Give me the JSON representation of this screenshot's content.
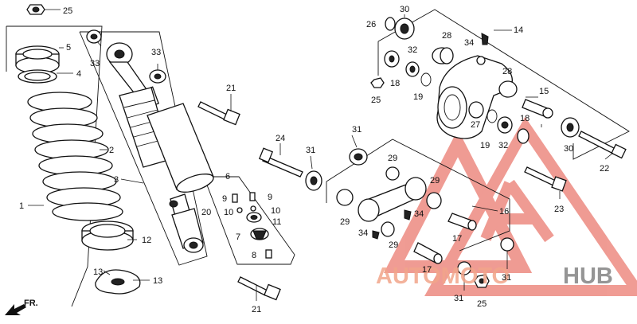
{
  "diagram": {
    "callouts": [
      {
        "id": "c25a",
        "text": "25"
      },
      {
        "id": "c5",
        "text": "5"
      },
      {
        "id": "c4",
        "text": "4"
      },
      {
        "id": "c33a",
        "text": "33"
      },
      {
        "id": "c33b",
        "text": "33"
      },
      {
        "id": "c2",
        "text": "2"
      },
      {
        "id": "c1",
        "text": "1"
      },
      {
        "id": "c3",
        "text": "3"
      },
      {
        "id": "c12",
        "text": "12"
      },
      {
        "id": "c13a",
        "text": "13"
      },
      {
        "id": "c13b",
        "text": "13"
      },
      {
        "id": "c21a",
        "text": "21"
      },
      {
        "id": "c21b",
        "text": "21"
      },
      {
        "id": "c6",
        "text": "6"
      },
      {
        "id": "c9a",
        "text": "9"
      },
      {
        "id": "c9b",
        "text": "9"
      },
      {
        "id": "c10a",
        "text": "10"
      },
      {
        "id": "c10b",
        "text": "10"
      },
      {
        "id": "c11",
        "text": "11"
      },
      {
        "id": "c7",
        "text": "7"
      },
      {
        "id": "c8",
        "text": "8"
      },
      {
        "id": "c20",
        "text": "20"
      },
      {
        "id": "c24",
        "text": "24"
      },
      {
        "id": "c31a",
        "text": "31"
      },
      {
        "id": "c31b",
        "text": "31"
      },
      {
        "id": "c31c",
        "text": "31"
      },
      {
        "id": "c31d",
        "text": "31"
      },
      {
        "id": "c26",
        "text": "26"
      },
      {
        "id": "c30a",
        "text": "30"
      },
      {
        "id": "c30b",
        "text": "30"
      },
      {
        "id": "c14",
        "text": "14"
      },
      {
        "id": "c28a",
        "text": "28"
      },
      {
        "id": "c28b",
        "text": "28"
      },
      {
        "id": "c34a",
        "text": "34"
      },
      {
        "id": "c34b",
        "text": "34"
      },
      {
        "id": "c34c",
        "text": "34"
      },
      {
        "id": "c32a",
        "text": "32"
      },
      {
        "id": "c32b",
        "text": "32"
      },
      {
        "id": "c18a",
        "text": "18"
      },
      {
        "id": "c18b",
        "text": "18"
      },
      {
        "id": "c19a",
        "text": "19"
      },
      {
        "id": "c19b",
        "text": "19"
      },
      {
        "id": "c25b",
        "text": "25"
      },
      {
        "id": "c25c",
        "text": "25"
      },
      {
        "id": "c15",
        "text": "15"
      },
      {
        "id": "c27",
        "text": "27"
      },
      {
        "id": "c22",
        "text": "22"
      },
      {
        "id": "c23",
        "text": "23"
      },
      {
        "id": "c29a",
        "text": "29"
      },
      {
        "id": "c29b",
        "text": "29"
      },
      {
        "id": "c29c",
        "text": "29"
      },
      {
        "id": "c29d",
        "text": "29"
      },
      {
        "id": "c16",
        "text": "16"
      },
      {
        "id": "c17a",
        "text": "17"
      },
      {
        "id": "c17b",
        "text": "17"
      }
    ],
    "direction_label": "FR.",
    "watermark": {
      "text_part_1": "AUTOMOTO",
      "text_part_2": "HUB",
      "color_part_1": "#f2a58a",
      "color_part_2": "#8a8a8a",
      "triangle_color": "#e34a3c"
    }
  }
}
